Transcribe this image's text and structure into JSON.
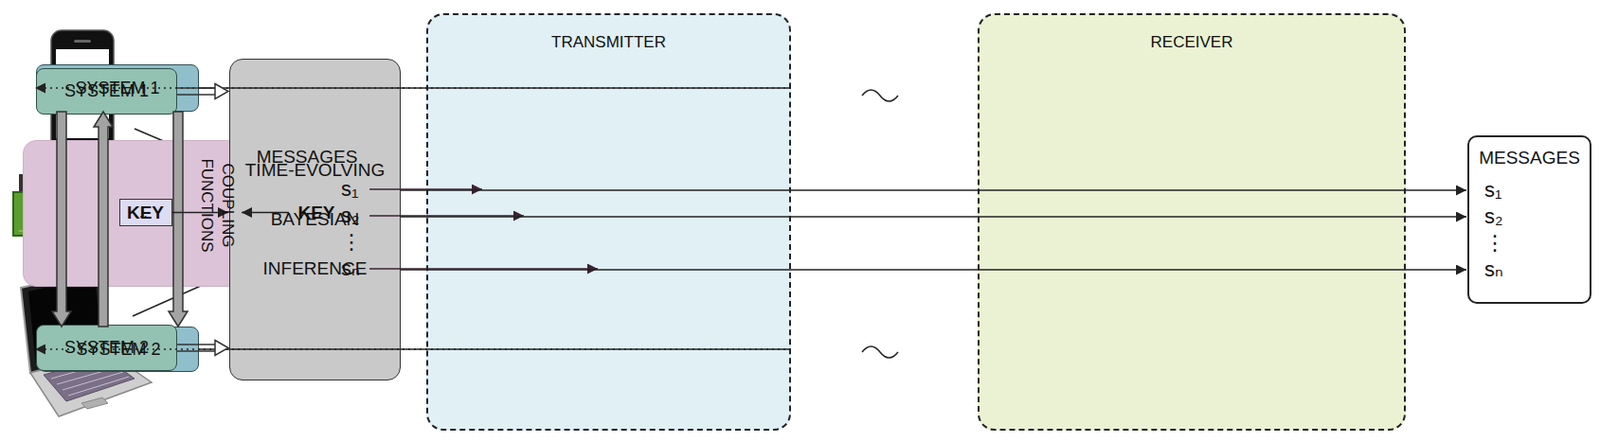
{
  "diagram": {
    "nodes": [
      {
        "text": [
          "MESSAGES",
          "s₁",
          "s₂",
          "⋮",
          "sₙ"
        ]
      },
      {
        "text": [
          "TRANSMITTER"
        ]
      },
      {
        "text": [
          "SYSTEM 1"
        ],
        "in": 1
      },
      {
        "text": [
          "COUPLING FUNCTIONS",
          "..."
        ],
        "in": 1
      },
      {
        "text": [
          "SYSTEM 2"
        ],
        "in": 1
      },
      {
        "text": [
          "KEY"
        ],
        "in": 1
      },
      {
        "text": [
          "RECEIVER"
        ]
      },
      {
        "text": [
          "SYSTEM 1"
        ],
        "in": 6
      },
      {
        "text": [
          "TIME-EVOLVING BAYESIAN INFERENCE"
        ],
        "in": 6
      },
      {
        "text": [
          "SYSTEM 2"
        ],
        "in": 6
      },
      {
        "text": [
          "KEY"
        ],
        "in": 6
      },
      {
        "text": [
          "MESSAGES",
          "s₁",
          "s₂",
          "⋮",
          "sₙ"
        ]
      }
    ],
    "edges": [
      {
        "from": 0,
        "to": 3,
        "arrow": "to"
      },
      {
        "from": 0,
        "to": 3,
        "arrow": "to"
      },
      {
        "from": 0,
        "to": 3,
        "arrow": "to"
      },
      {
        "from": 2,
        "to": 4,
        "arrow": "to"
      },
      {
        "from": 4,
        "to": 2,
        "arrow": "to"
      },
      {
        "from": 2,
        "to": 4,
        "arrow": "to"
      },
      {
        "from": 5,
        "to": 3,
        "arrow": "to"
      },
      {
        "from": 2,
        "to": 7,
        "arrow": "to"
      },
      {
        "from": 4,
        "to": 9,
        "arrow": "to"
      },
      {
        "from": 7,
        "to": 8,
        "arrow": "to"
      },
      {
        "from": 9,
        "to": 8,
        "arrow": "to"
      },
      {
        "from": 10,
        "to": 8,
        "arrow": "to"
      },
      {
        "from": 8,
        "to": 11,
        "arrow": "to"
      },
      {
        "from": 8,
        "to": 11,
        "arrow": "to"
      },
      {
        "from": 8,
        "to": 11,
        "arrow": "to"
      }
    ]
  }
}
